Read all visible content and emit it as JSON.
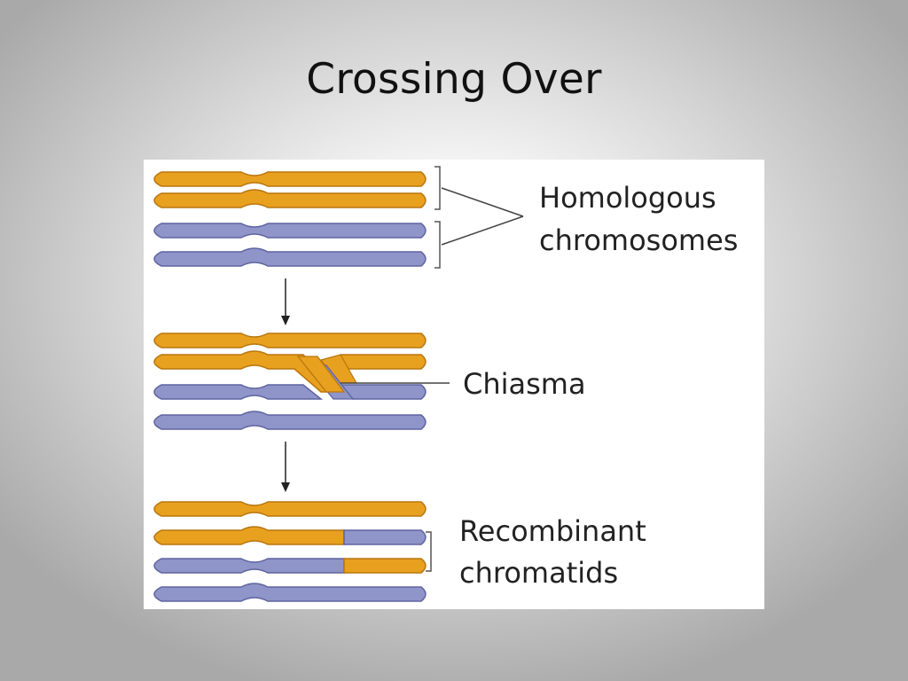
{
  "title": "Crossing Over",
  "labels": {
    "homologous_line1": "Homologous",
    "homologous_line2": "chromosomes",
    "chiasma": "Chiasma",
    "recombinant_line1": "Recombinant",
    "recombinant_line2": "chromatids"
  },
  "colors": {
    "maternal": "#e8a01f",
    "maternal_stroke": "#b8770e",
    "paternal": "#8f95c8",
    "paternal_stroke": "#5e64a0",
    "line": "#444444",
    "background": "#ffffff"
  },
  "stages": [
    "homologous-chromosomes",
    "chiasma",
    "recombinant-chromatids"
  ]
}
